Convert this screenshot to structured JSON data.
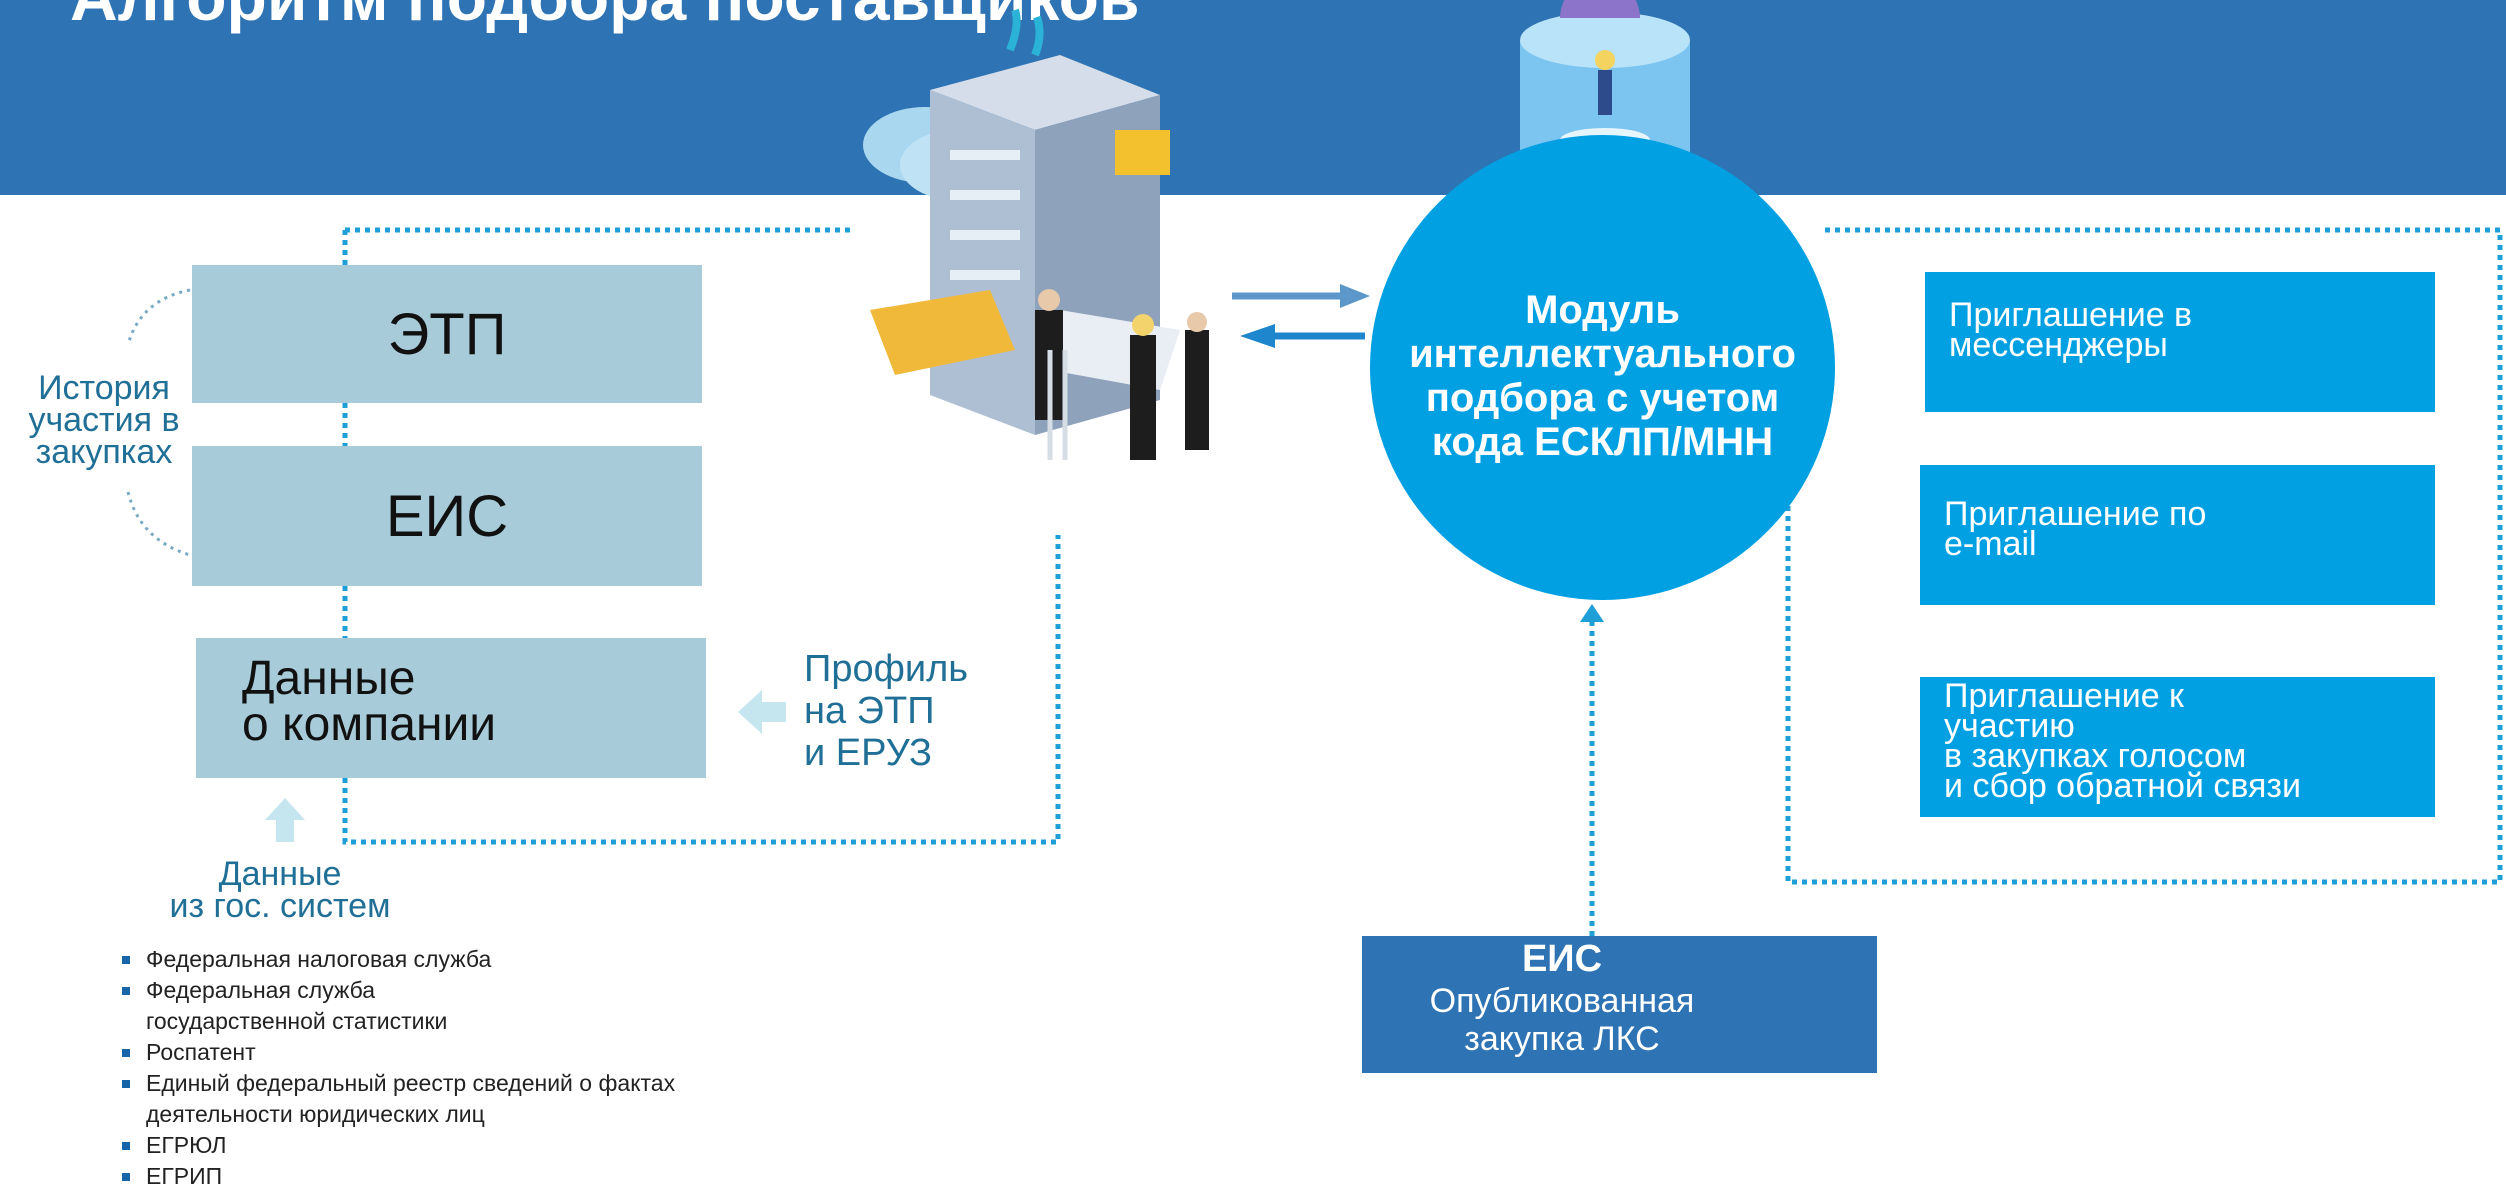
{
  "title": "Алгоритм подбора поставщиков",
  "colors": {
    "banner": "#2e73b3",
    "accent": "#00a0e3",
    "box_light": "#a7cbd9",
    "dotted_line": "#1e9fd8",
    "label_text": "#1f6f96"
  },
  "left": {
    "etp_label": "ЭТП",
    "eis_label": "ЕИС",
    "company_label": "Данные\nо компании",
    "company_icon": "id-card-icon",
    "history_label": "История\nучастия в\nзакупках",
    "gov_data_label": "Данные\nиз гос. систем",
    "profile_label": "Профиль\nна ЭТП\nи ЕРУЗ",
    "sources": [
      "Федеральная налоговая служба",
      "Федеральная служба\nгосударственной статистики",
      "Роспатент",
      "Единый федеральный реестр сведений о фактах\nдеятельности юридических лиц",
      "ЕГРЮЛ",
      "ЕГРИП"
    ]
  },
  "module": {
    "label": "Модуль\nинтеллектуального\nподбора с учетом\nкода ЕСКЛП/МНН"
  },
  "invitations": [
    {
      "label": "Приглашение в\nмессенджеры",
      "icon": "phone-mail-icon"
    },
    {
      "label": "Приглашение по\ne-mail",
      "icon": "email-at-icon"
    },
    {
      "label": "Приглашение к\nучастию\nв закупках голосом\nи сбор обратной связи",
      "icon": "headset-icon"
    }
  ],
  "eis_box": {
    "title": "ЕИС",
    "text": "Опубликованная\nзакупка ЛКС",
    "icon": "people-cycle-icon"
  }
}
